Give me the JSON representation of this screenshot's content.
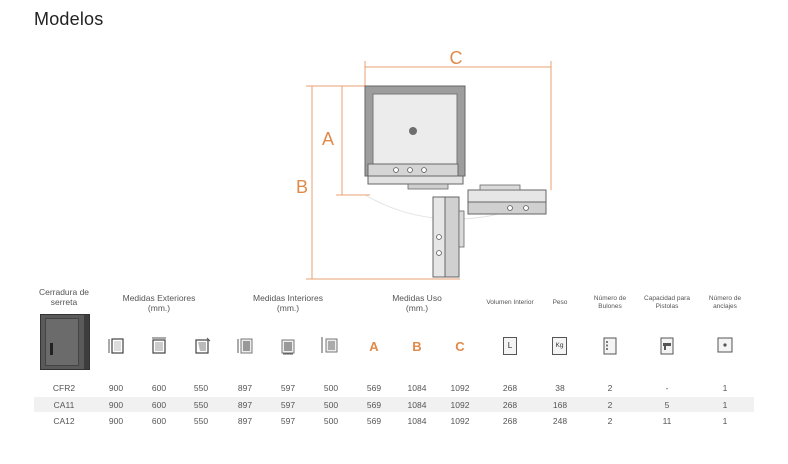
{
  "title": "Modelos",
  "diagram": {
    "labels": {
      "a": "A",
      "b": "B",
      "c": "C"
    },
    "accent": "#e08a4a"
  },
  "headers": {
    "cerradura": "Cerradura de serreta",
    "exteriores": "Medidas Exteriores (mm.)",
    "interiores": "Medidas Interiores (mm.)",
    "uso": "Medidas Uso (mm.)",
    "volumen": "Volumen Interior",
    "peso": "Peso",
    "bulones": "Número de Bulones",
    "pistolas": "Capacidad para Pistolas",
    "anclajes": "Número de anclajes"
  },
  "letters": {
    "a": "A",
    "b": "B",
    "c": "C"
  },
  "icons": {
    "litres": "L",
    "kg": "Kg"
  },
  "rows": [
    {
      "model": "CFR2",
      "e1": "900",
      "e2": "600",
      "e3": "550",
      "i1": "897",
      "i2": "597",
      "i3": "500",
      "a": "569",
      "b": "1084",
      "c": "1092",
      "vol": "268",
      "peso": "38",
      "bul": "2",
      "pis": "-",
      "anc": "1"
    },
    {
      "model": "CA11",
      "e1": "900",
      "e2": "600",
      "e3": "550",
      "i1": "897",
      "i2": "597",
      "i3": "500",
      "a": "569",
      "b": "1084",
      "c": "1092",
      "vol": "268",
      "peso": "168",
      "bul": "2",
      "pis": "5",
      "anc": "1"
    },
    {
      "model": "CA12",
      "e1": "900",
      "e2": "600",
      "e3": "550",
      "i1": "897",
      "i2": "597",
      "i3": "500",
      "a": "569",
      "b": "1084",
      "c": "1092",
      "vol": "268",
      "peso": "248",
      "bul": "2",
      "pis": "11",
      "anc": "1"
    }
  ]
}
